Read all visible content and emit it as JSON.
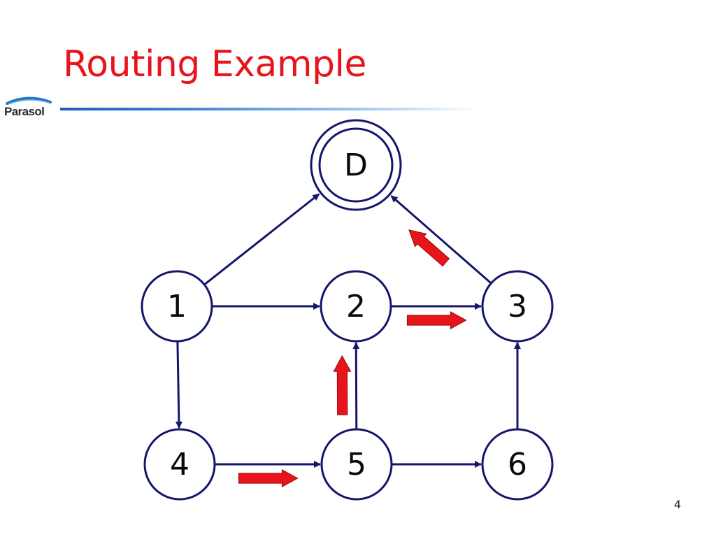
{
  "slide": {
    "title": "Routing Example",
    "logo_text": "Parasol",
    "page_number": "4"
  },
  "colors": {
    "title": "#e8141b",
    "edge": "#14166b",
    "highlight_arrow": "#e8141b",
    "node_stroke": "#14166b",
    "divider": "#1a5fb4"
  },
  "diagram": {
    "nodes": [
      {
        "id": "D",
        "label": "D"
      },
      {
        "id": "1",
        "label": "1"
      },
      {
        "id": "2",
        "label": "2"
      },
      {
        "id": "3",
        "label": "3"
      },
      {
        "id": "4",
        "label": "4"
      },
      {
        "id": "5",
        "label": "5"
      },
      {
        "id": "6",
        "label": "6"
      }
    ],
    "edges": [
      {
        "from": "1",
        "to": "D"
      },
      {
        "from": "3",
        "to": "D"
      },
      {
        "from": "1",
        "to": "2"
      },
      {
        "from": "2",
        "to": "3"
      },
      {
        "from": "1",
        "to": "4"
      },
      {
        "from": "4",
        "to": "5"
      },
      {
        "from": "5",
        "to": "2"
      },
      {
        "from": "5",
        "to": "6"
      },
      {
        "from": "6",
        "to": "3"
      }
    ],
    "route_highlights": [
      {
        "from": "4",
        "to": "5"
      },
      {
        "from": "5",
        "to": "2"
      },
      {
        "from": "2",
        "to": "3"
      },
      {
        "from": "3",
        "to": "D"
      }
    ]
  }
}
